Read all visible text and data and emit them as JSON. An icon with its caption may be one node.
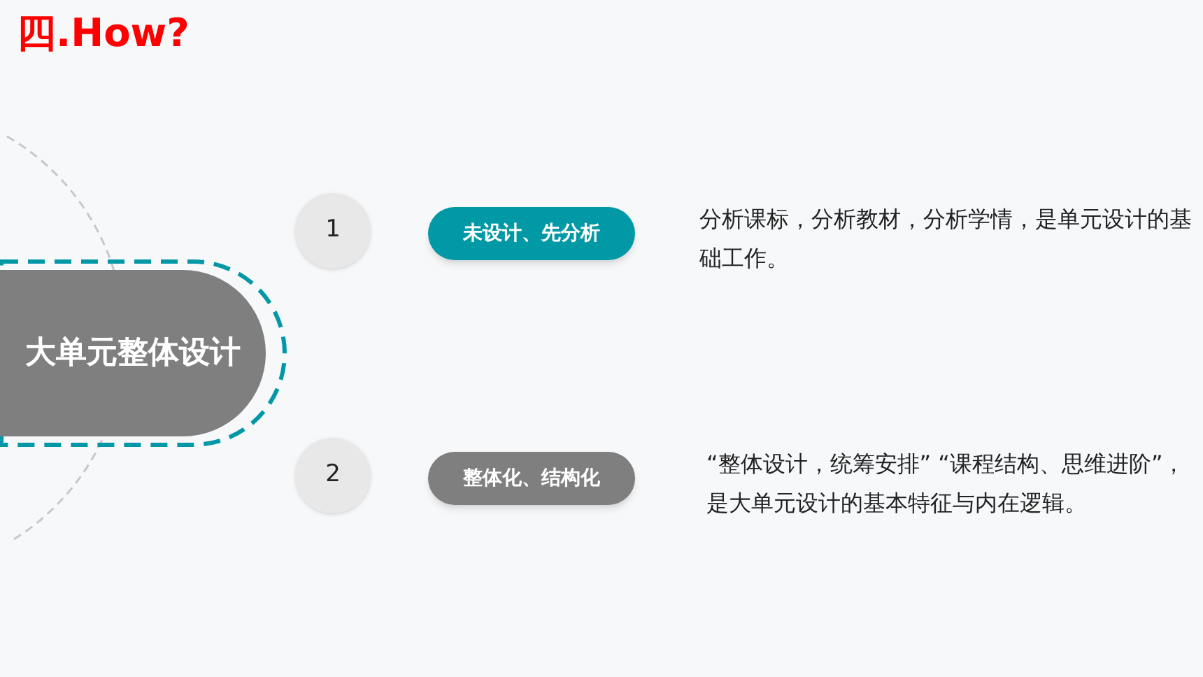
{
  "diagram": {
    "title": "四.How?",
    "nodes": [
      {
        "text": [
          "大单元整体设计"
        ]
      },
      {
        "text": [
          "1"
        ]
      },
      {
        "text": [
          "未设计、先分析"
        ],
        "beside": [
          "分析课标，分析教材，分析学情，是单元设计的基础工作。"
        ]
      },
      {
        "text": [
          "2"
        ]
      },
      {
        "text": [
          "整体化、结构化"
        ],
        "beside": [
          "“整体设计，统筹安排” “课程结构、思维进阶”，是大单元设计的基本特征与内在逻辑。"
        ]
      }
    ]
  }
}
